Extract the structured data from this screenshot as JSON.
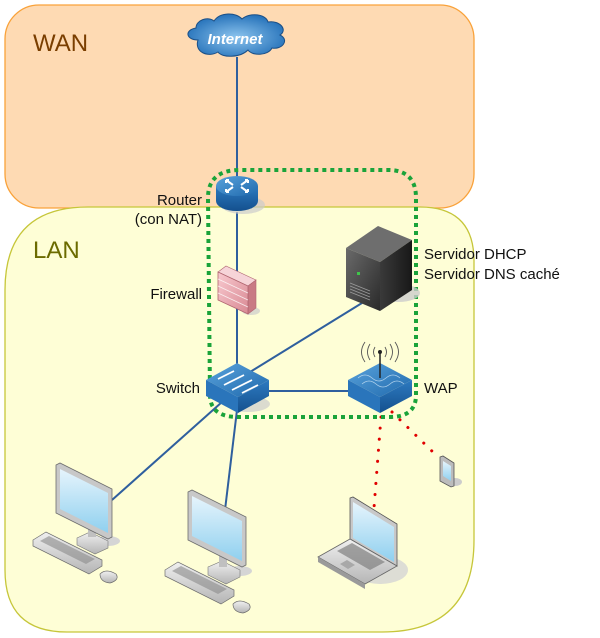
{
  "zones": {
    "wan": {
      "label": "WAN",
      "fill": "#fedab3",
      "stroke": "#f9a23a",
      "label_color": "#7a3e00"
    },
    "lan": {
      "label": "LAN",
      "fill": "#fefed6",
      "stroke": "#c6c63a",
      "label_color": "#6b6b00"
    }
  },
  "nodes": {
    "internet": {
      "label": "Internet",
      "icon": "cloud-icon"
    },
    "router": {
      "label_line1": "Router",
      "label_line2": "(con NAT)",
      "icon": "router-icon"
    },
    "firewall": {
      "label": "Firewall",
      "icon": "firewall-icon"
    },
    "server": {
      "label_line1": "Servidor DHCP",
      "label_line2": "Servidor DNS caché",
      "icon": "server-icon"
    },
    "switch": {
      "label": "Switch",
      "icon": "switch-icon"
    },
    "wap": {
      "label": "WAP",
      "icon": "wireless-access-point-icon"
    },
    "pc1": {
      "icon": "desktop-computer-icon"
    },
    "pc2": {
      "icon": "desktop-computer-icon"
    },
    "laptop": {
      "icon": "laptop-icon"
    },
    "phone": {
      "icon": "mobile-device-icon"
    }
  },
  "colors": {
    "wired_link": "#2f5f9e",
    "wireless_link": "#e00000",
    "device_group_outline": "#1aa33a"
  },
  "links": [
    {
      "from": "internet",
      "to": "router",
      "type": "wired"
    },
    {
      "from": "router",
      "to": "firewall",
      "type": "wired"
    },
    {
      "from": "firewall",
      "to": "switch",
      "type": "wired"
    },
    {
      "from": "switch",
      "to": "server",
      "type": "wired"
    },
    {
      "from": "switch",
      "to": "wap",
      "type": "wired"
    },
    {
      "from": "switch",
      "to": "pc1",
      "type": "wired"
    },
    {
      "from": "switch",
      "to": "pc2",
      "type": "wired"
    },
    {
      "from": "wap",
      "to": "laptop",
      "type": "wireless"
    },
    {
      "from": "wap",
      "to": "phone",
      "type": "wireless"
    }
  ]
}
